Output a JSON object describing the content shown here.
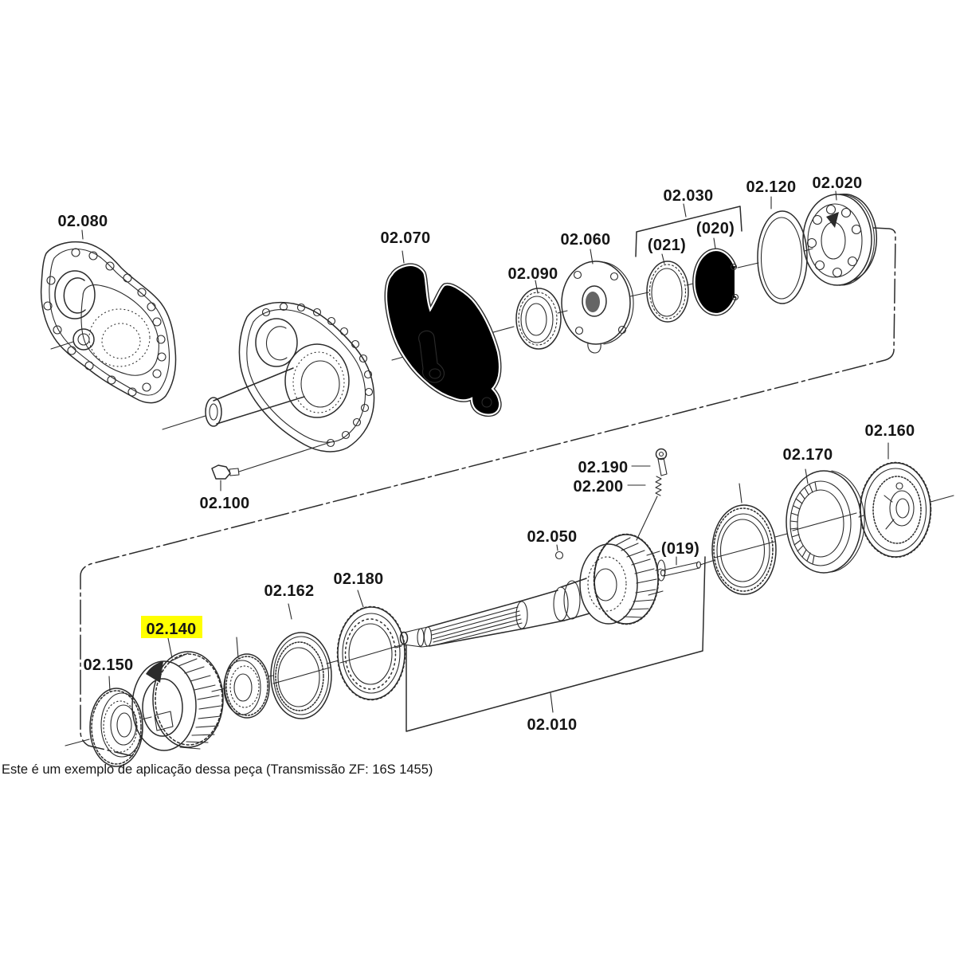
{
  "diagram": {
    "caption": "Este é um exemplo de aplicação dessa peça (Transmissão ZF: 16S 1455)",
    "highlighted_part": "02.140",
    "highlight_color": "#ffff00",
    "line_color": "#2b2b2b",
    "background_color": "#ffffff",
    "labels": {
      "l02080": "02.080",
      "l02070": "02.070",
      "l02090": "02.090",
      "l02060": "02.060",
      "l02030": "02.030",
      "l021": "(021)",
      "l020": "(020)",
      "l02120": "02.120",
      "l02020": "02.020",
      "l02100": "02.100",
      "l02190": "02.190",
      "l02200": "02.200",
      "l02050": "02.050",
      "l019": "(019)",
      "l02170": "02.170",
      "l02160": "02.160",
      "l02162": "02.162",
      "l02180": "02.180",
      "l02140": "02.140",
      "l02150": "02.150",
      "l02010": "02.010"
    }
  }
}
